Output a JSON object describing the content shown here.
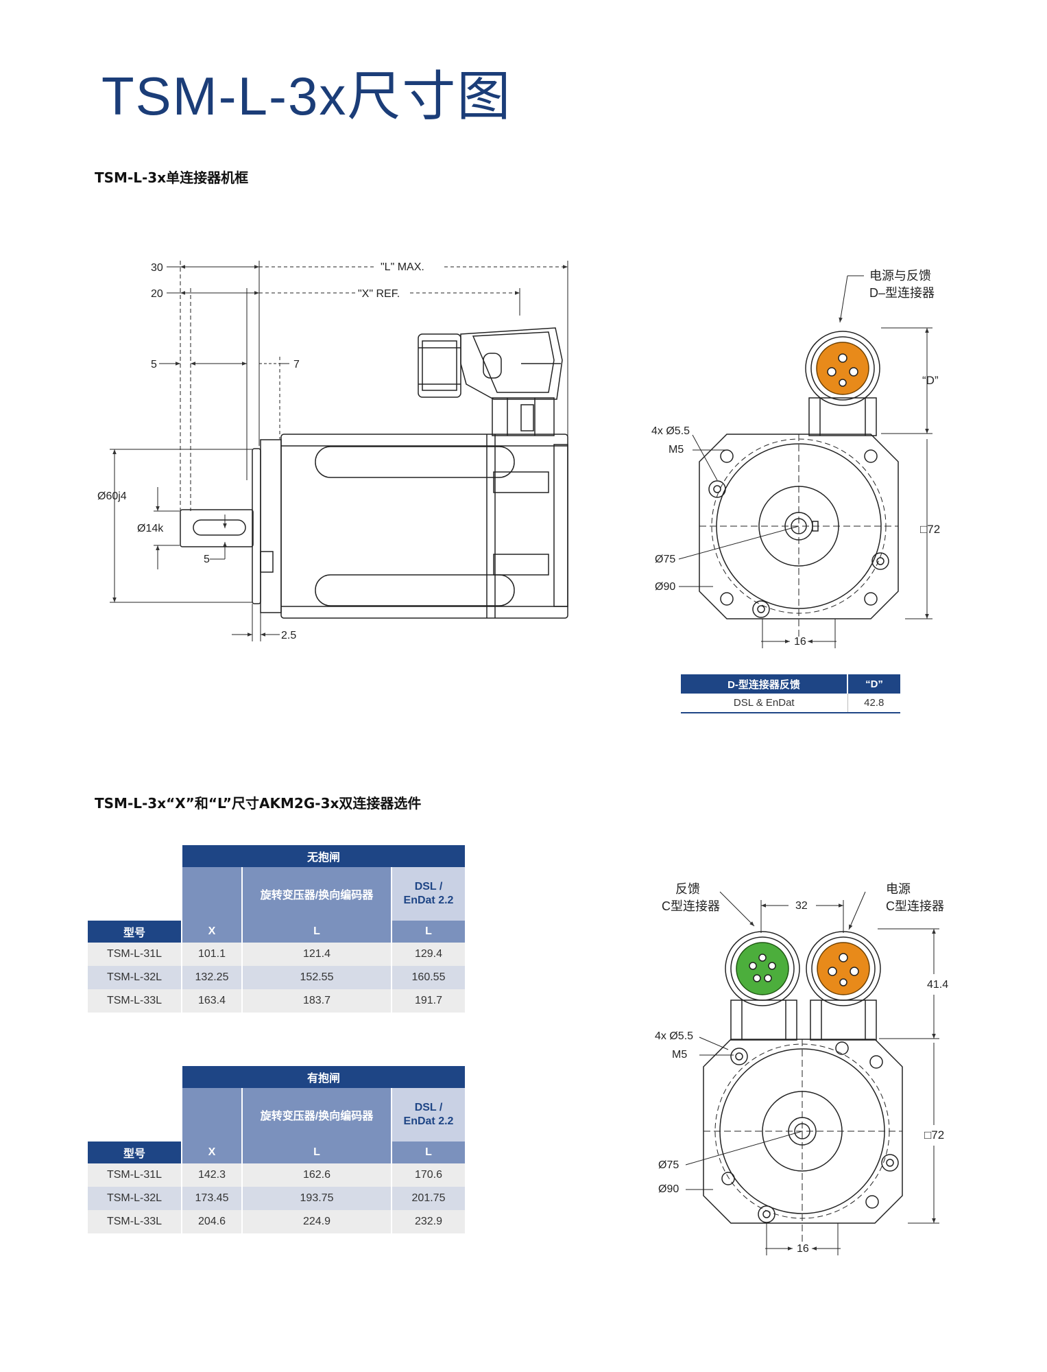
{
  "page": {
    "title": "TSM-L-3x尺寸图",
    "section1_title": "TSM-L-3x单连接器机框",
    "section2_title": "TSM-L-3x“X”和“L”尺寸AKM2G-3x双连接器选件"
  },
  "side_view": {
    "dim_30": "30",
    "dim_20": "20",
    "dim_L_max": "\"L\" MAX.",
    "dim_X_ref": "\"X\" REF.",
    "dim_5_top": "5",
    "dim_7": "7",
    "dim_60j4": "Ø60j4",
    "dim_14k": "Ø14k",
    "dim_5_bottom": "5",
    "dim_2_5": "2.5"
  },
  "front_view_single": {
    "connector_label_line1": "电源与反馈",
    "connector_label_line2": "D–型连接器",
    "dim_D": "“D”",
    "holes": "4x Ø5.5",
    "thread": "M5",
    "square": "□72",
    "dia_75": "Ø75",
    "dia_90": "Ø90",
    "dim_16": "16"
  },
  "d_table": {
    "headers": [
      "D-型连接器反馈",
      "“D”"
    ],
    "row": [
      "DSL & EnDat",
      "42.8"
    ]
  },
  "front_view_dual": {
    "feedback_label_line1": "反馈",
    "feedback_label_line2": "C型连接器",
    "power_label_line1": "电源",
    "power_label_line2": "C型连接器",
    "dim_32": "32",
    "dim_41_4": "41.4",
    "holes": "4x Ø5.5",
    "thread": "M5",
    "square": "□72",
    "dia_75": "Ø75",
    "dia_90": "Ø90",
    "dim_16": "16"
  },
  "table_no_brake": {
    "title": "无抱闸",
    "sub_resolver": "旋转变压器/换向编码器",
    "sub_dsl": "DSL /\nEnDat 2.2",
    "col_model": "型号",
    "col_x": "X",
    "col_l1": "L",
    "col_l2": "L",
    "rows": [
      {
        "model": "TSM-L-31L",
        "x": "101.1",
        "l1": "121.4",
        "l2": "129.4"
      },
      {
        "model": "TSM-L-32L",
        "x": "132.25",
        "l1": "152.55",
        "l2": "160.55"
      },
      {
        "model": "TSM-L-33L",
        "x": "163.4",
        "l1": "183.7",
        "l2": "191.7"
      }
    ]
  },
  "table_brake": {
    "title": "有抱闸",
    "sub_resolver": "旋转变压器/换向编码器",
    "sub_dsl": "DSL /\nEnDat 2.2",
    "col_model": "型号",
    "col_x": "X",
    "col_l1": "L",
    "col_l2": "L",
    "rows": [
      {
        "model": "TSM-L-31L",
        "x": "142.3",
        "l1": "162.6",
        "l2": "170.6"
      },
      {
        "model": "TSM-L-32L",
        "x": "173.45",
        "l1": "193.75",
        "l2": "201.75"
      },
      {
        "model": "TSM-L-33L",
        "x": "204.6",
        "l1": "224.9",
        "l2": "232.9"
      }
    ]
  },
  "colors": {
    "brand_blue": "#1e4585",
    "mid_blue": "#7b91bd",
    "connector_orange": "#e88a1a",
    "connector_green": "#4cae3c"
  }
}
